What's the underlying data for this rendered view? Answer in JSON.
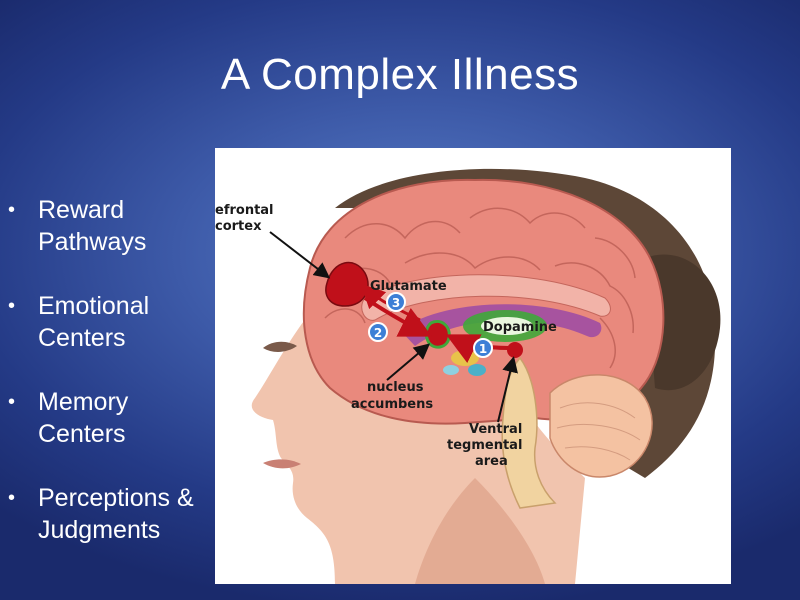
{
  "slide": {
    "title": "A Complex Illness",
    "bullets": [
      "Reward Pathways",
      "Emotional Centers",
      "Memory Centers",
      "Perceptions & Judgments"
    ]
  },
  "figure": {
    "labels": {
      "prefrontal_line1": "efrontal",
      "prefrontal_line2": "cortex",
      "glutamate": "Glutamate",
      "dopamine": "Dopamine",
      "nucleus_line1": "nucleus",
      "nucleus_line2": "accumbens",
      "vta_line1": "Ventral",
      "vta_line2": "tegmental",
      "vta_line3": "area",
      "step1": "1",
      "step2": "2",
      "step3": "3"
    },
    "colors": {
      "brain": "#e9897d",
      "prefrontal": "#c0101a",
      "dopamine_region": "#3fa83a",
      "skin": "#f1c4ae",
      "hair": "#5a4535",
      "badge": "#3d7fd6"
    }
  }
}
